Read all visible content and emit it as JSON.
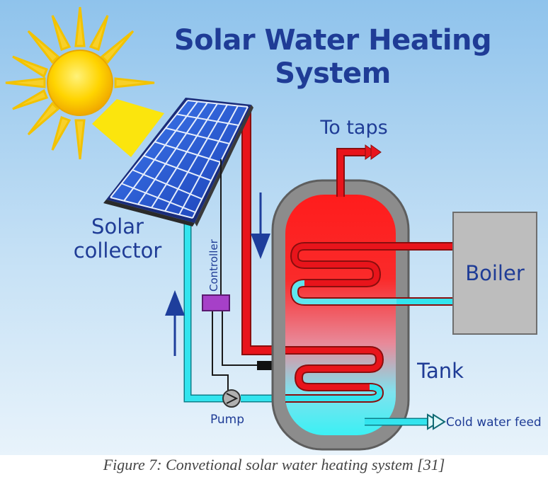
{
  "diagram": {
    "title_line1": "Solar Water Heating",
    "title_line2": "System",
    "labels": {
      "to_taps": "To taps",
      "solar_collector_line1": "Solar",
      "solar_collector_line2": "collector",
      "controller": "Controller",
      "boiler": "Boiler",
      "tank": "Tank",
      "pump": "Pump",
      "cold_water_feed": "Cold water feed"
    },
    "colors": {
      "background_top": "#8fc3ec",
      "background_bottom": "#e3f1fb",
      "hot_pipe": "#e8141b",
      "cold_pipe": "#33e4ee",
      "title_text": "#1f3c96",
      "arrow": "#1e3e9c",
      "sun": "#f7c600",
      "controller_box": "#a640c8",
      "boiler_box": "#bdbdbd"
    },
    "icons": [
      "sun-icon",
      "solar-panel-icon",
      "pump-icon",
      "controller-icon",
      "valve-icon"
    ]
  },
  "caption": "Figure 7: Convetional solar water heating system [31]"
}
